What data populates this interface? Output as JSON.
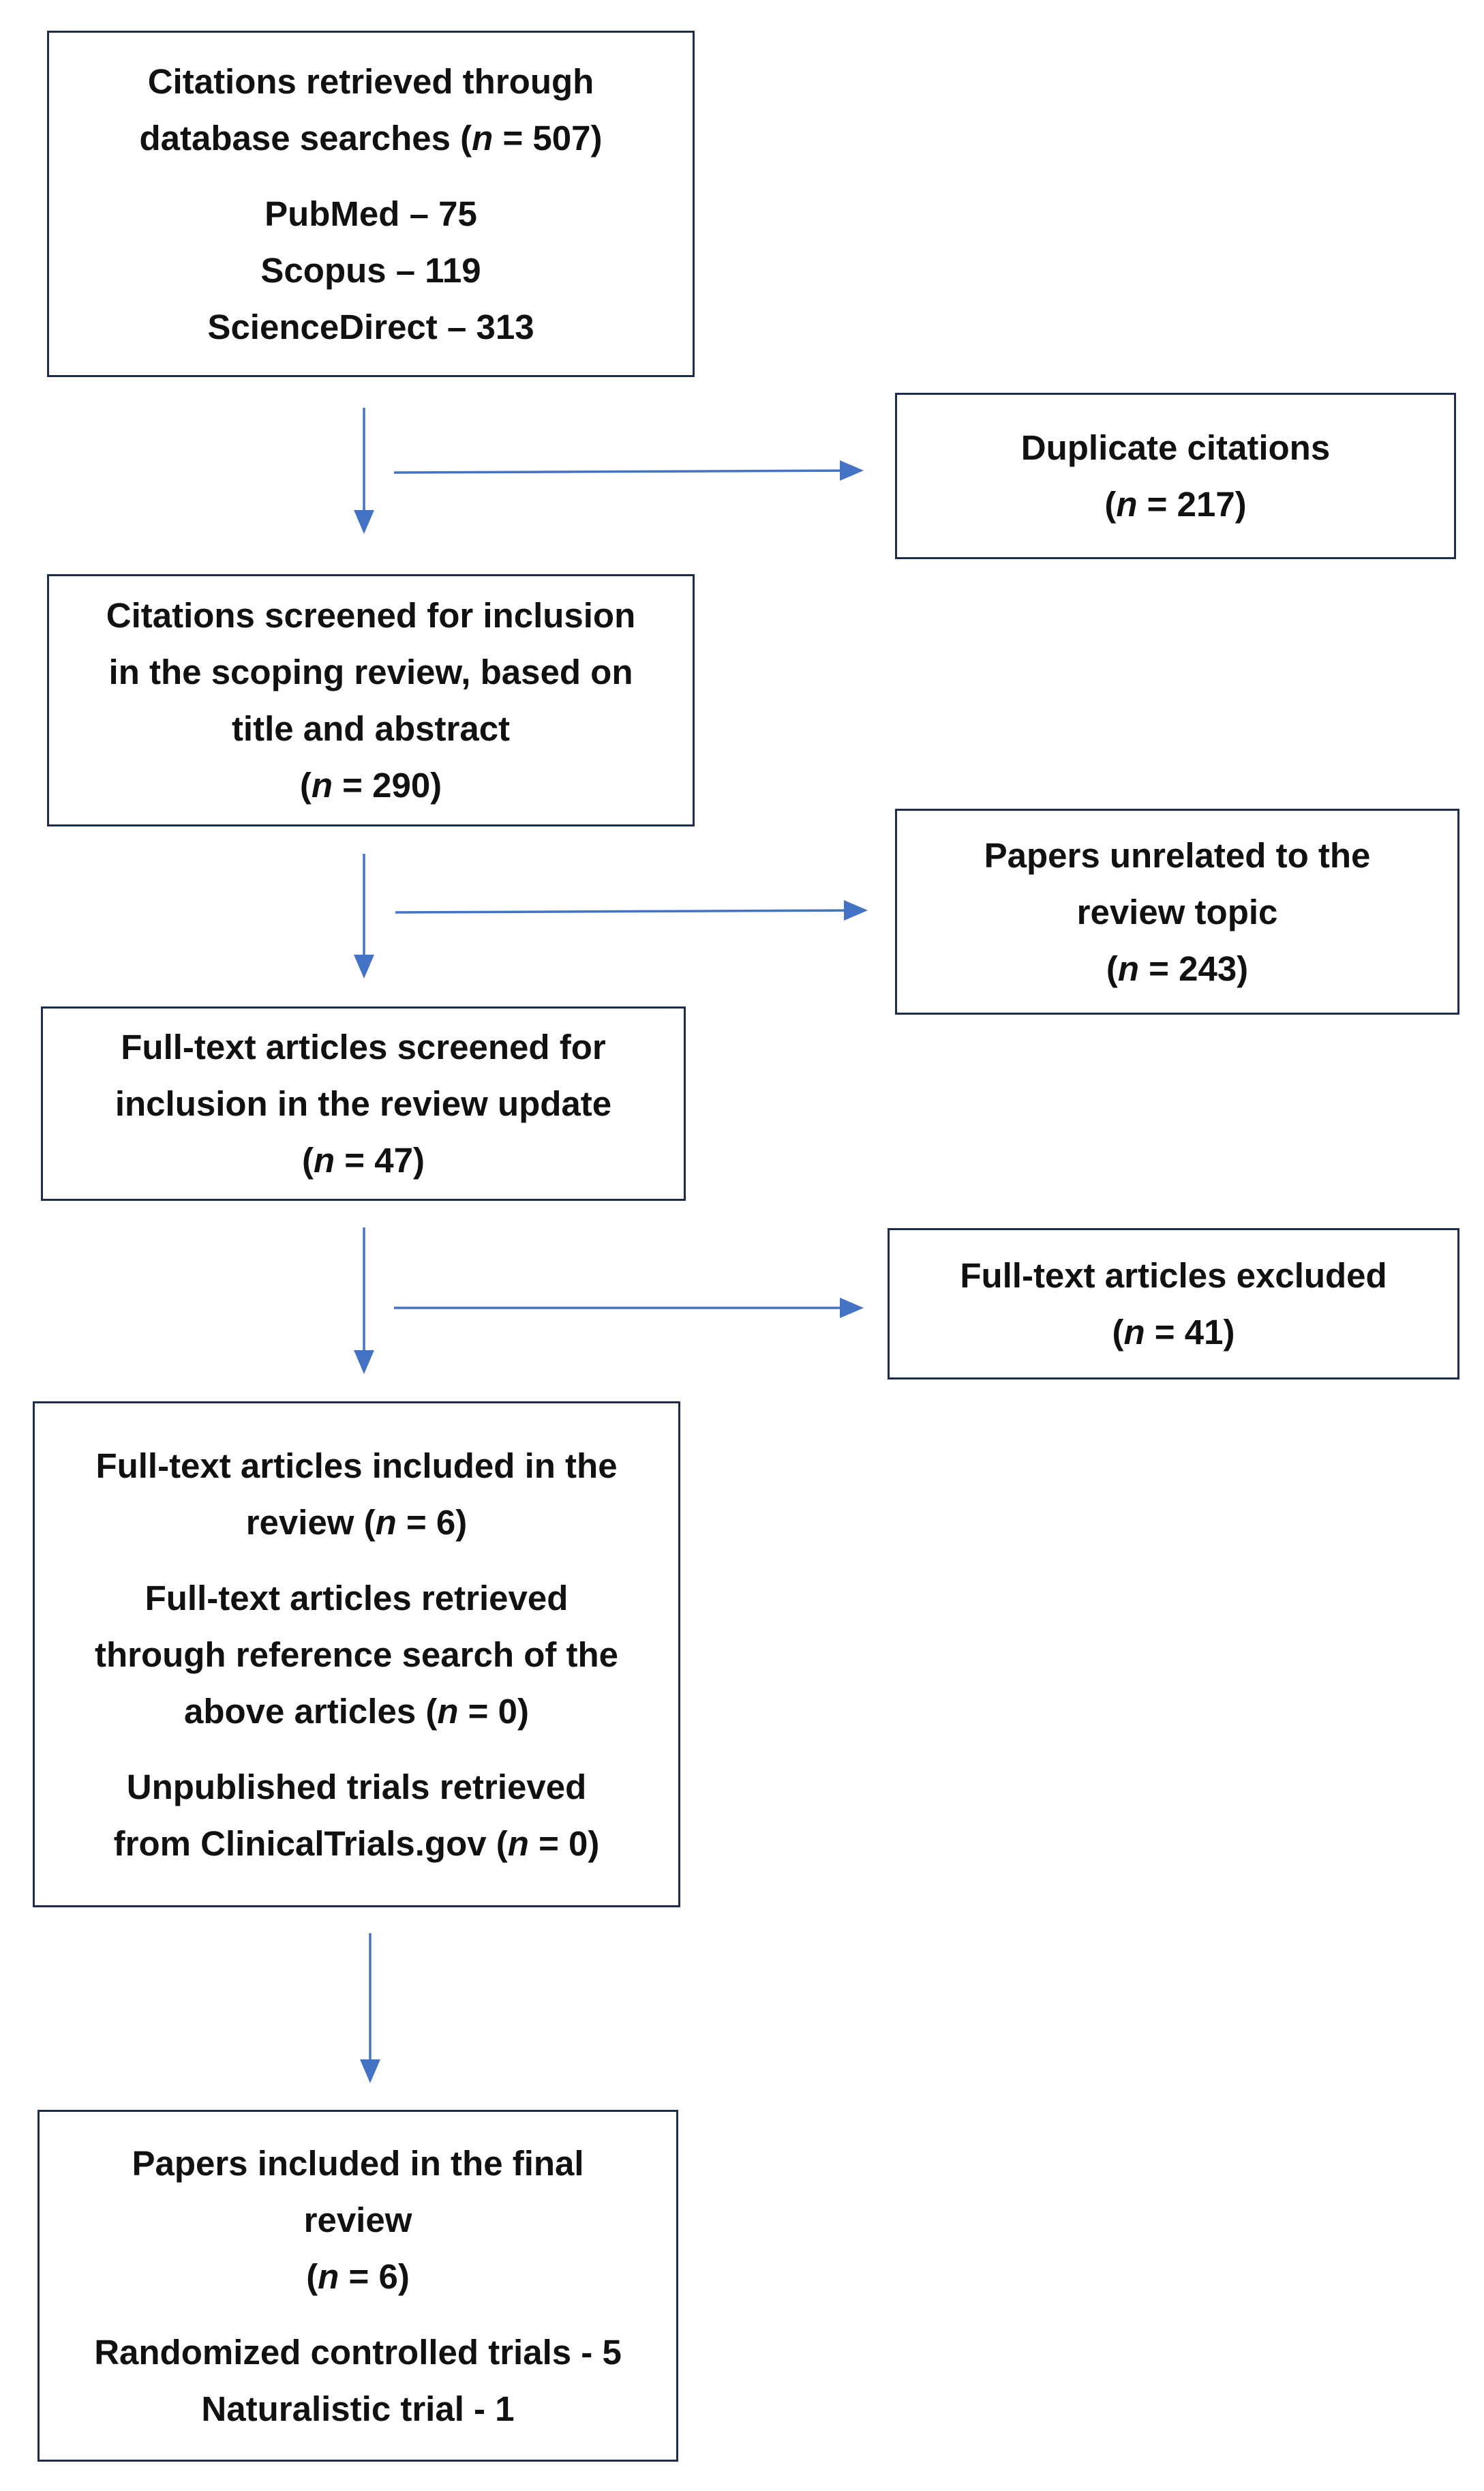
{
  "boxes": {
    "citations_retrieved": {
      "line1": "Citations retrieved through",
      "line2_pre": "database searches (",
      "n_symbol": "n",
      "line2_post": " = 507)",
      "pubmed": "PubMed – 75",
      "scopus": "Scopus – 119",
      "sciencedirect": "ScienceDirect – 313"
    },
    "duplicates": {
      "line1": "Duplicate citations",
      "n_pre": "(",
      "n_symbol": "n",
      "n_post": " = 217)"
    },
    "screened": {
      "line1": "Citations screened for inclusion",
      "line2": "in the scoping review, based on",
      "line3": "title and abstract",
      "n_pre": "(",
      "n_symbol": "n",
      "n_post": " = 290)"
    },
    "unrelated": {
      "line1": "Papers unrelated to the",
      "line2": "review topic",
      "n_pre": "(",
      "n_symbol": "n",
      "n_post": " = 243)"
    },
    "fulltext_screened": {
      "line1": "Full-text articles screened for",
      "line2": "inclusion in the review update",
      "n_pre": "(",
      "n_symbol": "n",
      "n_post": " = 47)"
    },
    "fulltext_excluded": {
      "line1": "Full-text articles excluded",
      "n_pre": "(",
      "n_symbol": "n",
      "n_post": " = 41)"
    },
    "fulltext_included": {
      "line1": "Full-text articles included in the",
      "line2_pre": "review (",
      "line2_n": "n",
      "line2_post": " = 6)",
      "line3": "Full-text articles retrieved",
      "line4": "through reference search of the",
      "line5_pre": "above articles (",
      "line5_n": "n",
      "line5_post": " = 0)",
      "line6": "Unpublished trials retrieved",
      "line7_pre": "from ClinicalTrials.gov (",
      "line7_n": "n",
      "line7_post": " = 0)"
    },
    "final": {
      "line1": "Papers included in the final",
      "line2": "review",
      "n_pre": "(",
      "n_symbol": "n",
      "n_post": " = 6)",
      "rct": "Randomized controlled trials - 5",
      "naturalistic": "Naturalistic trial - 1"
    }
  },
  "colors": {
    "box_border": "#1f2d4d",
    "arrow": "#4472c4",
    "text": "#111111"
  }
}
